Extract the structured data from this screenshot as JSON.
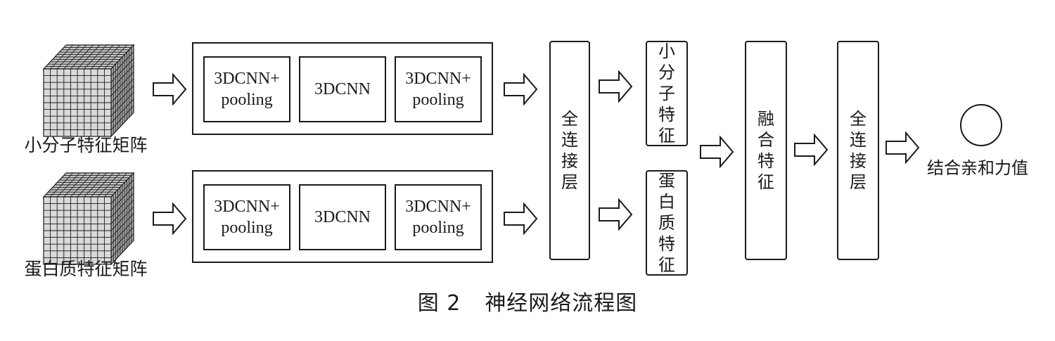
{
  "inputs": [
    {
      "label": "小分子特征矩阵"
    },
    {
      "label": "蛋白质特征矩阵"
    }
  ],
  "cnn_rows": [
    {
      "boxes": [
        {
          "line1": "3DCNN+",
          "line2": "pooling"
        },
        {
          "line1": "3DCNN",
          "line2": ""
        },
        {
          "line1": "3DCNN+",
          "line2": "pooling"
        }
      ]
    },
    {
      "boxes": [
        {
          "line1": "3DCNN+",
          "line2": "pooling"
        },
        {
          "line1": "3DCNN",
          "line2": ""
        },
        {
          "line1": "3DCNN+",
          "line2": "pooling"
        }
      ]
    }
  ],
  "fc_layer_1": "全连接层",
  "feature_small_molecule": "小分子特征",
  "feature_protein": "蛋白质特征",
  "fused_feature": "融合特征",
  "fc_layer_2": "全连接层",
  "output_label": "结合亲和力值",
  "caption": {
    "figure_number": "图 2",
    "title": "神经网络流程图"
  },
  "colors": {
    "line": "#1a1a1a",
    "cube_face": "#d9d9d9",
    "cube_top": "#c4c4c4",
    "cube_side": "#a8a8a8"
  }
}
